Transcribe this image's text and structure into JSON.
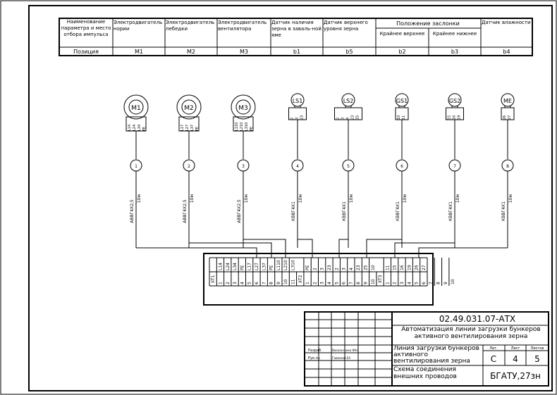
{
  "header": {
    "row_title": "Наименование параметра и место отбора импульса",
    "row_pos": "Позиция",
    "group_title": "Положение заслонки",
    "cols": [
      {
        "name": "Электродвигатель нории",
        "pos": "M1"
      },
      {
        "name": "Электродвигатель лебедки",
        "pos": "M2"
      },
      {
        "name": "Электродвигатель вентилятора",
        "pos": "M3"
      },
      {
        "name": "Датчик наличия зерна в заваль-ной яме",
        "pos": "b1"
      },
      {
        "name": "Датчик верхнего уровня зерна",
        "pos": "b5"
      },
      {
        "name": "Крайнее верхнее",
        "pos": "b2"
      },
      {
        "name": "Крайнее нижнее",
        "pos": "b3"
      },
      {
        "name": "Датчик влажности",
        "pos": "b4"
      }
    ]
  },
  "devices": [
    {
      "label": "M1",
      "num": "1",
      "cable": "АВВГ4Х2,5",
      "len": "10м",
      "wires": [
        "L14",
        "L24",
        "L34",
        "PE"
      ]
    },
    {
      "label": "M2",
      "num": "2",
      "cable": "АВВГ4Х2,5",
      "len": "10м",
      "wires": [
        "L17",
        "L27",
        "L37",
        "PE"
      ]
    },
    {
      "label": "M3",
      "num": "3",
      "cable": "АВВГ4Х2,5",
      "len": "10м",
      "wires": [
        "L110",
        "L210",
        "L310",
        "PE"
      ]
    },
    {
      "label": "LS1",
      "num": "4",
      "cable": "КВВГ4Х1",
      "len": "10м",
      "wires": [
        "2",
        "3",
        "23"
      ]
    },
    {
      "label": "LS2",
      "num": "5",
      "cable": "КВВГ4Х1",
      "len": "10м",
      "wires": [
        "2",
        "3",
        "4",
        "23",
        "25"
      ]
    },
    {
      "label": "GS1",
      "num": "6",
      "cable": "КВВГ4Х1",
      "len": "10м",
      "wires": [
        "10",
        "11"
      ]
    },
    {
      "label": "GS2",
      "num": "7",
      "cable": "КВВГ4Х1",
      "len": "10м",
      "wires": [
        "15",
        "16",
        "19"
      ]
    },
    {
      "label": "ME",
      "num": "8",
      "cable": "КВВГ4Х1",
      "len": "10м",
      "wires": [
        "26",
        "27"
      ]
    }
  ],
  "terminal": {
    "xt1": {
      "name": "XT1",
      "wires": [
        "L14",
        "L24",
        "L34",
        "PE",
        "L17",
        "L27",
        "L37",
        "PE",
        "L110",
        "L210",
        "L310"
      ],
      "nums": [
        "1",
        "2",
        "3",
        "4",
        "5",
        "6",
        "7",
        "8",
        "9",
        "10",
        "11"
      ]
    },
    "xt2": {
      "name": "XT2",
      "wires": [
        "PE",
        "2",
        "3",
        "23",
        "2",
        "3",
        "4",
        "23",
        "25",
        "10"
      ],
      "nums": [
        "1",
        "2",
        "3",
        "4",
        "5",
        "6",
        "7",
        "8",
        "9",
        "10"
      ]
    },
    "xt3": {
      "name": "XT3",
      "wires": [
        "11",
        "15",
        "16",
        "19",
        "26",
        "27"
      ],
      "nums": [
        "1",
        "2",
        "3",
        "4",
        "5",
        "6",
        "7",
        "8",
        "9",
        "10"
      ]
    }
  },
  "stamp": {
    "code": "02.49.031.07-АТХ",
    "project": "Автоматизация линии загрузки бункеров активного вентилирования зерна",
    "sheet_title": "Линия загрузки бункеров активного вентилирования зерна",
    "doc_title": "Схема соединения внешних проводов",
    "stage_label": "Лит.",
    "sheet_label": "Лист",
    "sheets_label": "Листов",
    "stage": "С",
    "sheet": "4",
    "sheets": "5",
    "org": "БГАТУ,27зн",
    "role1": "Разраб.",
    "person1": "Васильченко ЖН",
    "role2": "Рук-ль",
    "person2": "Гаевский ЕА"
  }
}
